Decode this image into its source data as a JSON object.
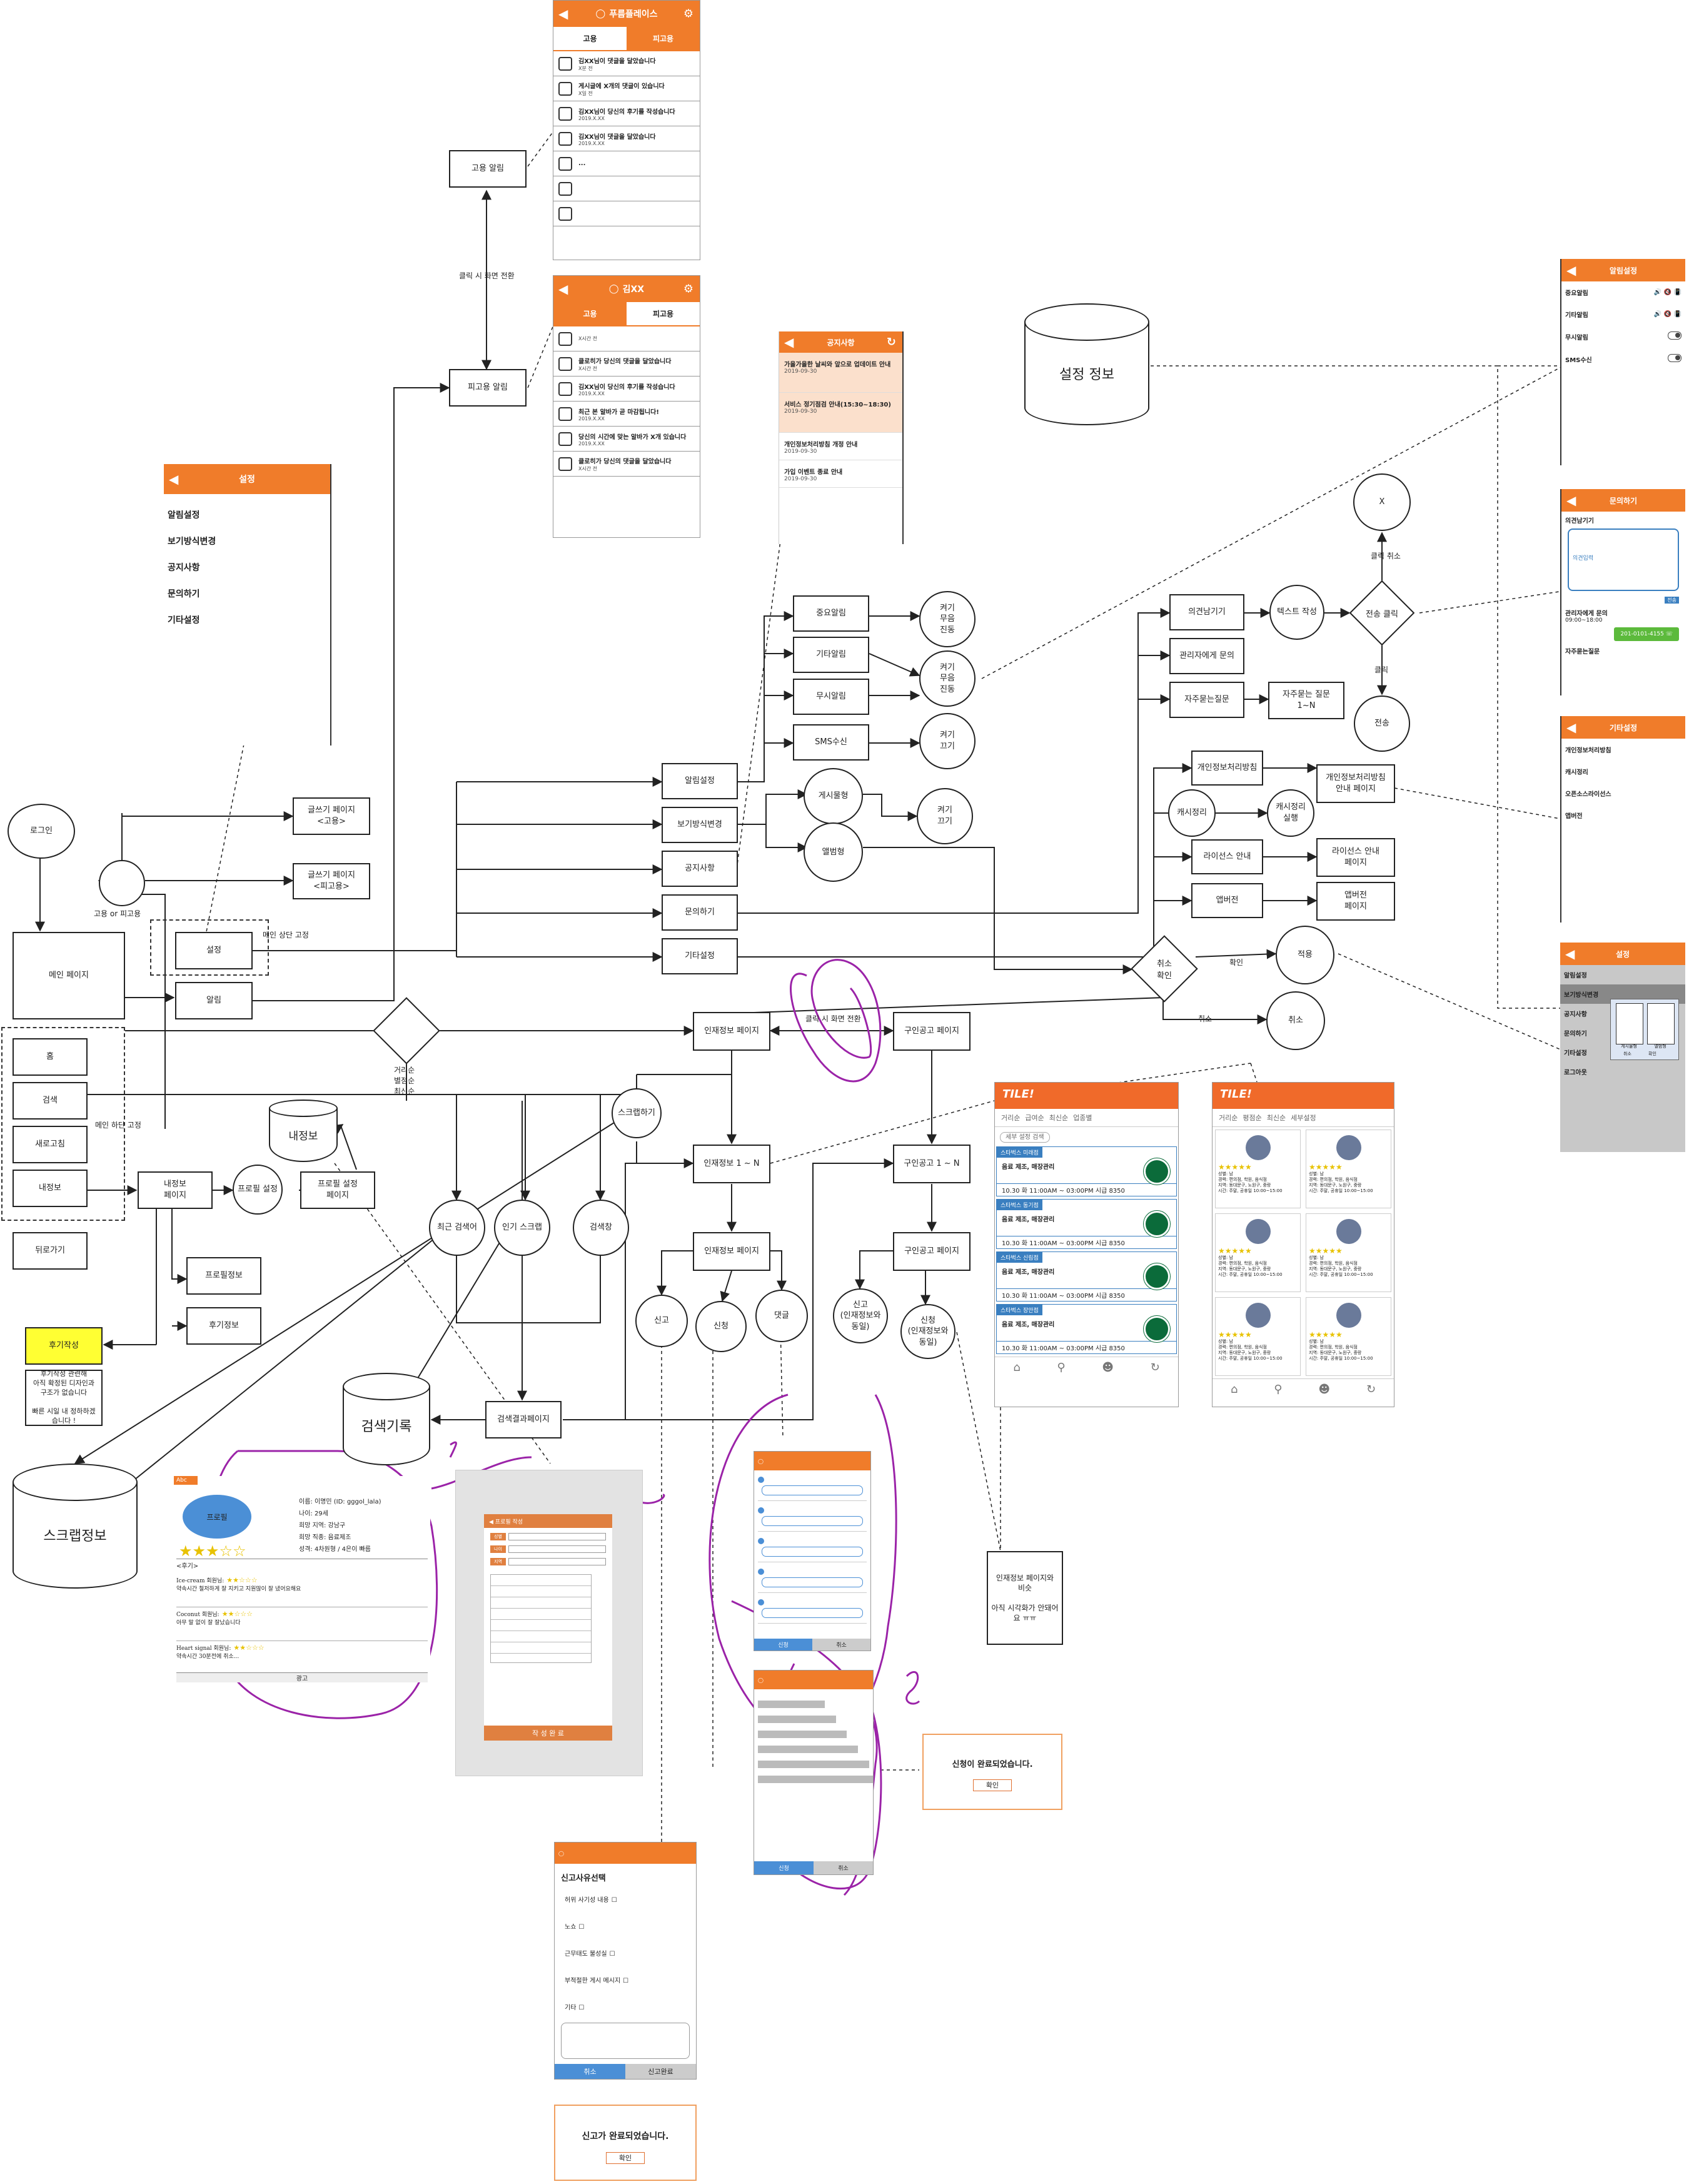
{
  "flow": {
    "login": "로그인",
    "main_page": "메인 페이지",
    "home": "홈",
    "search": "검색",
    "refresh": "새로고침",
    "my_info": "내정보",
    "go_back": "뒤로가기",
    "bottom_fixed": "메인 하단 고정",
    "top_fixed": "메인 상단 고정",
    "settings": "설정",
    "alarm": "알림",
    "employer_or_worker": "고용 or 피고용",
    "write_employer": "글쓰기 페이지\n<고용>",
    "write_worker": "글쓰기 페이지\n<피고용>",
    "employer_alarm": "고용 알림",
    "worker_alarm": "피고용 알림",
    "switch_on_click": "클릭 시 화면 전환",
    "alarm_settings": "알림설정",
    "view_mode": "보기방식변경",
    "notice": "공지사항",
    "inquiry": "문의하기",
    "other_settings": "기타설정",
    "important_alarm": "중요알림",
    "other_alarm": "기타알림",
    "silent_alarm": "무시알림",
    "sms_receive": "SMS수신",
    "on_vib_off_1": "켜기\n무음\n진동",
    "on_vib_off_2": "켜기\n무음\n진동",
    "on_off_1": "켜기\n끄기",
    "on_off_2": "켜기\n끄기",
    "board_type": "게시물형",
    "album_type": "앨범형",
    "send_opinion": "의견남기기",
    "text_write": "텍스트 작성",
    "send_click": "전송 클릭",
    "x": "X",
    "cancel_switch": "클릭 취소",
    "send_label": "클릭",
    "transmit": "전송",
    "ask_admin": "관리자에게 문의",
    "faq": "자주묻는질문",
    "faq_page": "자주묻는 질문\n1~N",
    "privacy_policy": "개인정보처리방침",
    "privacy_page": "개인정보처리방침\n안내 페이지",
    "cash_clean": "캐시정리",
    "cash_clean_done": "캐시정리\n실행",
    "license": "라이선스 안내",
    "license_page": "라이선스 안내\n페이지",
    "app_version": "앱버전",
    "app_version_page": "앱버전\n페이지",
    "cancel_confirm": "취소\n확인",
    "apply": "적용",
    "apply_label": "확인",
    "cancel": "취소",
    "cancel_label": "취소",
    "talent_page": "인재정보 페이지",
    "job_page": "구인공고 페이지",
    "switch_on_click2": "클릭 시 화면 전환",
    "talent_1n": "인재정보 1 ~ N",
    "job_1n": "구인공고 1 ~ N",
    "talent_detail": "인재정보 페이지",
    "job_detail": "구인공고 페이지",
    "report": "신고",
    "apply2": "신청",
    "comment": "댓글",
    "report2": "신고\n(인재정보와\n동일)",
    "apply3": "신청\n(인재정보와\n동일)",
    "scrap": "스크랩하기",
    "recent_search": "최근 검색어",
    "popular_scrap": "인기 스크랩",
    "search_window": "검색창",
    "search_result": "검색결과페이지",
    "my_info_page": "내정보\n페이지",
    "profile_setting": "프로필 설정",
    "profile_setting_page": "프로필 설정\n페이지",
    "profile_info": "프로필정보",
    "review_info": "후기정보",
    "write_review": "후기작성",
    "review_note": "후기작성 관련해\n아직 확정된 디자인과\n구조가 없습니다\n\n빠른 시일 내 정하하겠\n습니다 !",
    "talent_note": "인재정보 페이지와\n비슷\n\n아직 시각화가 안돼어\n요 ㅠㅠ",
    "decision_label": "거리순\n별점순\n최신순",
    "settings_db": "설정 정보",
    "mypage_db": "내정보",
    "search_db": "검색기록",
    "scrap_db": "스크랩정보"
  },
  "mock_settings": {
    "title": "설정",
    "items": [
      "알림설정",
      "보기방식변경",
      "공지사항",
      "문의하기",
      "기타설정"
    ]
  },
  "mock_employer_alarm": {
    "title": "푸름플레이스",
    "tab_on": "고용",
    "tab_off": "피고용",
    "rows": [
      {
        "t1": "김XX님이 댓글을 달았습니다",
        "t2": "X분 전"
      },
      {
        "t1": "게시글에 X개의 댓글이 있습니다",
        "t2": "X일 전"
      },
      {
        "t1": "김XX님이 당신의 후기를 작성습니다",
        "t2": "2019.X.XX"
      },
      {
        "t1": "김XX님이 댓글을 달았습니다",
        "t2": "2019.X.XX"
      },
      {
        "t1": "...",
        "t2": ""
      },
      {
        "t1": "",
        "t2": ""
      },
      {
        "t1": "",
        "t2": ""
      }
    ]
  },
  "mock_worker_alarm": {
    "title": "김XX",
    "tab_on": "고용",
    "tab_off": "피고용",
    "rows": [
      {
        "t1": "",
        "t2": "X시간 전"
      },
      {
        "t1": "클로히가 당신의 댓글을 달았습니다",
        "t2": "X시간 전"
      },
      {
        "t1": "김XX님이 당신의 후기를 작성습니다",
        "t2": "2019.X.XX"
      },
      {
        "t1": "최근 본 알바가 곧 마감됩니다!",
        "t2": "2019.X.XX"
      },
      {
        "t1": "당신의 시간에 맞는 알바가 X개 있습니다",
        "t2": "2019.X.XX"
      },
      {
        "t1": "클로히가 당신의 댓글을 달았습니다",
        "t2": "X시간 전"
      }
    ]
  },
  "mock_notice": {
    "title": "공지사항",
    "rows": [
      {
        "t": "가을가을한 날씨와 앞으로 업데이트 안내",
        "d": "2019-09-30"
      },
      {
        "t": "서비스 정기점검 안내(15:30~18:30)",
        "d": "2019-09-30"
      },
      {
        "t": "개인정보처리방침 개정 안내",
        "d": "2019-09-30"
      },
      {
        "t": "가입 이벤트 종료 안내",
        "d": "2019-09-30"
      }
    ]
  },
  "mock_alarm_settings": {
    "title": "알림설정",
    "rows": [
      "중요알림",
      "기타알림",
      "무시알림",
      "SMS수신"
    ]
  },
  "mock_inquiry": {
    "title": "문의하기",
    "label": "의견남기기",
    "placeholder": "의견입력",
    "send": "전송",
    "admin": "관리자에게 문의",
    "hours": "09:00~18:00",
    "phone": "201-0101-4155",
    "faq": "자주묻는질문"
  },
  "mock_other": {
    "title": "기타설정",
    "items": [
      "개인정보처리방침",
      "캐시정리",
      "오픈소스라이선스",
      "앱버전"
    ]
  },
  "mock_settings2": {
    "title": "설정",
    "items": [
      "알림설정",
      "보기방식변경",
      "공지사항",
      "문의하기",
      "기타설정",
      "로그아웃"
    ],
    "popup_a": "게시물형",
    "popup_b": "앨범형",
    "popup_cancel": "취소",
    "popup_ok": "확인"
  },
  "mock_jobs": {
    "logo": "TILE!",
    "filters": [
      "거리순",
      "급여순",
      "최신순",
      "업종별"
    ],
    "chip": "세부 설정 검색",
    "cards": [
      {
        "tag": "스타벅스 미래점",
        "l1": "음료 제조, 매장관리",
        "l2": "10.30 화 11:00AM ~ 03:00PM 시급 8350"
      },
      {
        "tag": "스타벅스 동기점",
        "l1": "음료 제조, 매장관리",
        "l2": "10.30 화 11:00AM ~ 03:00PM 시급 8350"
      },
      {
        "tag": "스타벅스 신림점",
        "l1": "음료 제조, 매장관리",
        "l2": "10.30 화 11:00AM ~ 03:00PM 시급 8350"
      },
      {
        "tag": "스타벅스 장안점",
        "l1": "음료 제조, 매장관리",
        "l2": "10.30 화 11:00AM ~ 03:00PM 시급 8350"
      }
    ]
  },
  "mock_talent": {
    "logo": "TILE!",
    "filters": [
      "거리순",
      "평점순",
      "최신순",
      "세부설정"
    ],
    "card": "성별: 남\n경력: 편의점, 학원, 음식점\n지역: 동대문구, 노원구, 중랑\n시간: 주말, 공휴일 10:00~15:00"
  },
  "mock_profile": {
    "tag": "Abc",
    "avatar": "프로필",
    "info": [
      "이름: 이명민 (ID: gggol_lala)",
      "나이: 29세",
      "희망 지역: 강남구",
      "희망 직종: 음료제조",
      "성격: 4차원형 / 4은이 빠름"
    ],
    "review_head": "<후기>",
    "reviews": [
      {
        "who": "Ice-cream 회원님:",
        "txt": "약속시간 철저하게 잘 지키고 지원많이 잘 냈어요해요"
      },
      {
        "who": "Coconut 회원님:",
        "txt": "아무 말 없이 잘 잘났습니다"
      },
      {
        "who": "Heart signal 회원님:",
        "txt": "약속시간 30분전에 취소..."
      }
    ],
    "footer": "광고"
  },
  "mock_profile_edit": {
    "title": "프로필 작성",
    "submit": "작 성 완 료",
    "fields": [
      "성별",
      "나이",
      "지역"
    ]
  },
  "mock_report": {
    "title": "신고사유선택",
    "options": [
      "허위 사기성 내용",
      "노쇼",
      "근무태도 불성실",
      "부적절한 게시 메시지",
      "기타"
    ],
    "cancel": "취소",
    "submit": "신고완료"
  },
  "mock_report_done": {
    "text": "신고가 완료되었습니다.",
    "ok": "확인"
  },
  "mock_apply_done": {
    "text": "신청이 완료되었습니다.",
    "ok": "확인"
  },
  "mock_comment": {
    "apply": "신청",
    "cancel": "취소"
  },
  "colors": {
    "brand_orange": "#f07c2a",
    "annotation_purple": "#9b23a8",
    "job_blue": "#3a7fc0"
  }
}
